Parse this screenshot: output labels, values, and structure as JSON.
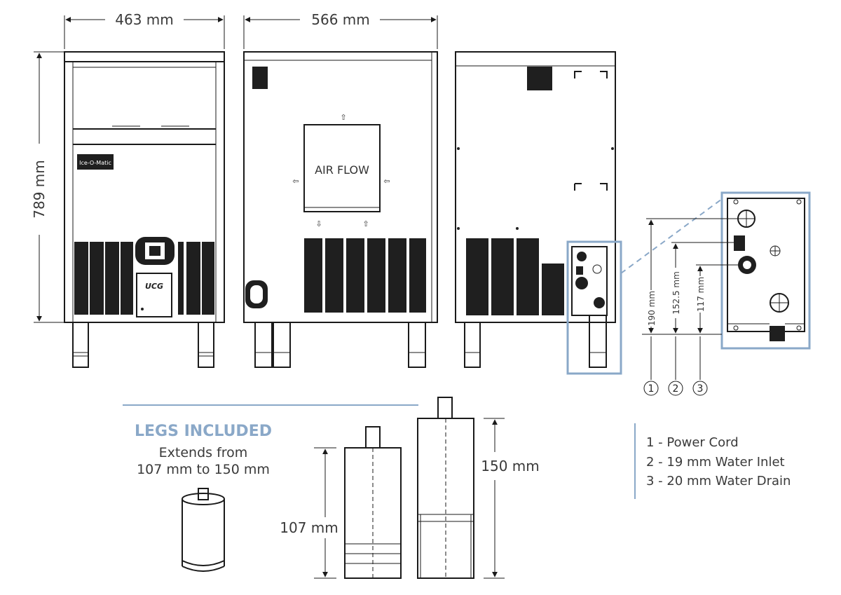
{
  "dimensions": {
    "front_width": "463 mm",
    "side_depth": "566 mm",
    "height": "789 mm"
  },
  "side_view": {
    "airflow_label": "AIR FLOW"
  },
  "front_view": {
    "logo_text": "Ice-O-Matic",
    "panel_label": "UCG"
  },
  "connection_detail": {
    "dim_1": "190 mm",
    "dim_2": "152.5 mm",
    "dim_3": "117 mm",
    "markers": [
      "1",
      "2",
      "3"
    ]
  },
  "legs": {
    "title": "LEGS INCLUDED",
    "subtitle_line1": "Extends from",
    "subtitle_line2": "107 mm to 150 mm",
    "short_height": "107 mm",
    "tall_height": "150 mm"
  },
  "legend": {
    "items": [
      "1 - Power Cord",
      "2 - 19 mm Water Inlet",
      "3 - 20 mm Water Drain"
    ]
  },
  "colors": {
    "accent": "#8aa8c8",
    "line": "#1a1a1a"
  }
}
